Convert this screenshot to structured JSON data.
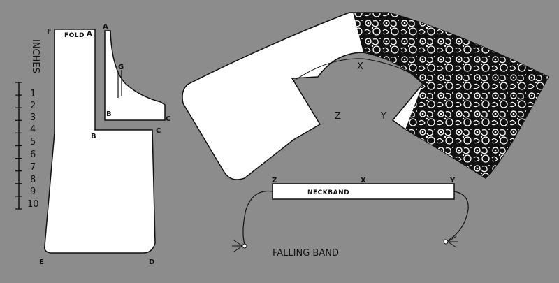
{
  "colors": {
    "background": "#8c8c8c",
    "paper": "#ffffff",
    "ink": "#111111"
  },
  "scale": {
    "title": "INCHES",
    "ticks": [
      "1",
      "2",
      "3",
      "4",
      "5",
      "6",
      "7",
      "8",
      "9",
      "10"
    ]
  },
  "body_pattern": {
    "fold_label": "FOLD",
    "points": {
      "F": "F",
      "A": "A",
      "B": "B",
      "C": "C",
      "D": "D",
      "E": "E"
    }
  },
  "sleeve_piece": {
    "points": {
      "A": "A",
      "G": "G",
      "B": "B",
      "C": "C"
    }
  },
  "collar_piece": {
    "points": {
      "X": "X",
      "Z": "Z",
      "Y": "Y"
    }
  },
  "neckband": {
    "label": "NECKBAND",
    "points": {
      "Z": "Z",
      "X": "X",
      "Y": "Y"
    }
  },
  "falling_band": {
    "label": "FALLING BAND"
  }
}
